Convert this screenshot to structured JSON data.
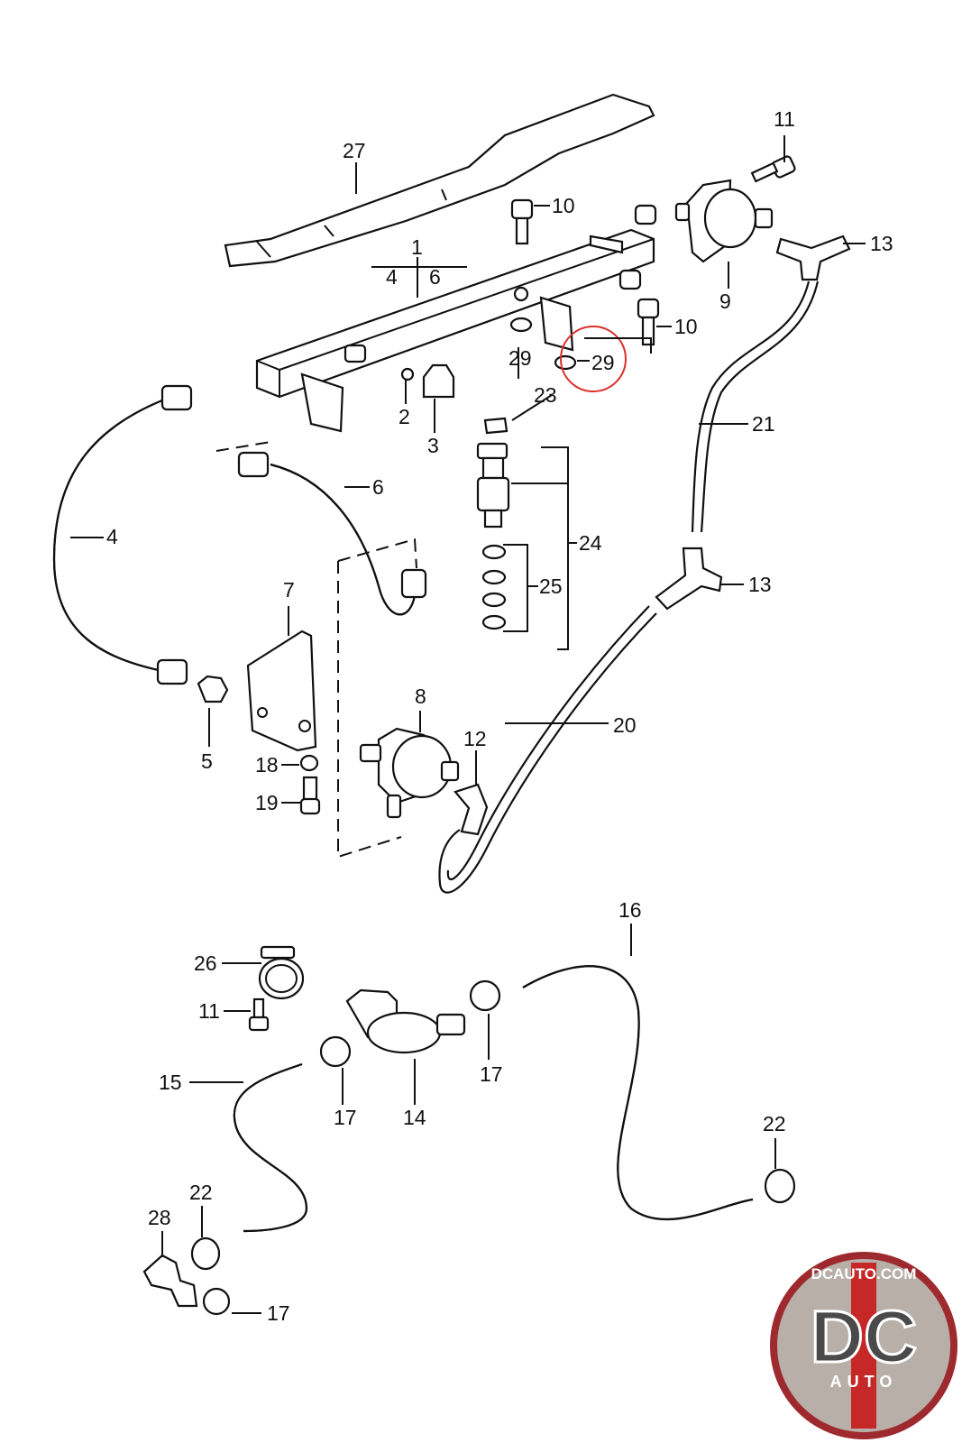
{
  "diagram": {
    "callouts": {
      "c1": "1",
      "c4a": "4",
      "c6a": "6",
      "c2": "2",
      "c3": "3",
      "c4": "4",
      "c5": "5",
      "c6": "6",
      "c7": "7",
      "c8": "8",
      "c9": "9",
      "c10a": "10",
      "c10b": "10",
      "c11a": "11",
      "c11b": "11",
      "c12": "12",
      "c13a": "13",
      "c13b": "13",
      "c14": "14",
      "c15": "15",
      "c16": "16",
      "c17a": "17",
      "c17b": "17",
      "c17c": "17",
      "c18": "18",
      "c19": "19",
      "c20": "20",
      "c21": "21",
      "c22a": "22",
      "c22b": "22",
      "c23": "23",
      "c24": "24",
      "c25": "25",
      "c26": "26",
      "c27": "27",
      "c28": "28",
      "c29a": "29",
      "c29b": "29"
    },
    "highlight_color": "#d9302c"
  },
  "logo": {
    "top_text": "DCAUTO.COM",
    "letters": "DC",
    "sub_text": "AUTO",
    "ring_color": "#9e2a2f",
    "stripe_color": "#c62828"
  }
}
